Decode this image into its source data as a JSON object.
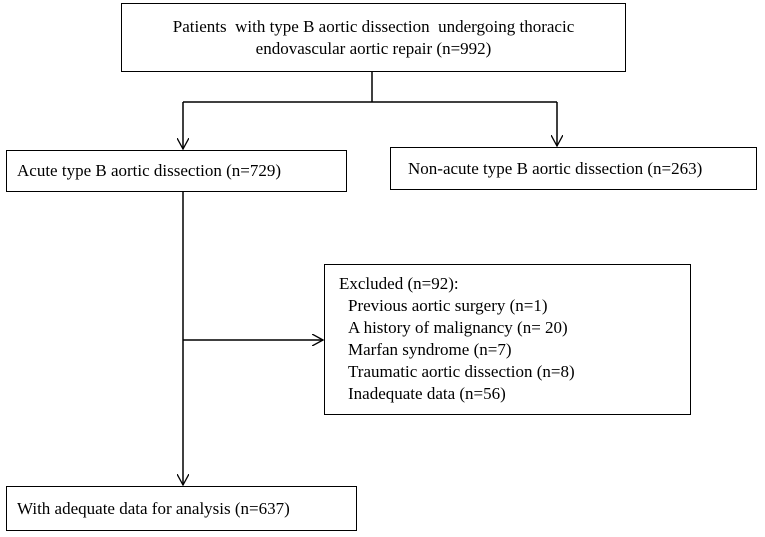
{
  "flowchart": {
    "top": {
      "line1": "Patients  with type B aortic dissection  undergoing thoracic",
      "line2": "endovascular aortic repair (n=992)"
    },
    "acute": "Acute type B aortic dissection (n=729)",
    "non_acute": "Non-acute type B aortic dissection (n=263)",
    "excluded": {
      "heading": "Excluded (n=92):",
      "items": [
        "Previous aortic surgery (n=1)",
        "A history of malignancy (n= 20)",
        "Marfan syndrome (n=7)",
        "Traumatic aortic dissection (n=8)",
        "Inadequate data (n=56)"
      ]
    },
    "final": "With adequate data for analysis (n=637)"
  },
  "colors": {
    "line": "#000000",
    "text": "#000000",
    "background": "#ffffff"
  }
}
